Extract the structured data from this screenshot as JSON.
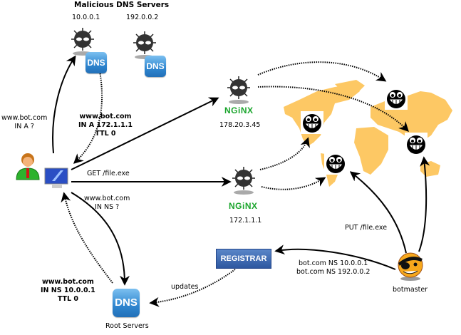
{
  "title": "Malicious DNS Servers",
  "malicious_dns": [
    {
      "ip": "10.0.0.1",
      "badge": "DNS",
      "icon": "virus-icon"
    },
    {
      "ip": "192.0.0.2",
      "badge": "DNS",
      "icon": "virus-icon"
    }
  ],
  "web_servers": [
    {
      "ip": "178.20.3.45",
      "label": "NGiNX",
      "icon": "virus-icon"
    },
    {
      "ip": "172.1.1.1",
      "label": "NGiNX",
      "icon": "virus-icon"
    }
  ],
  "victim": {
    "icon": "user-computer-icon"
  },
  "root_dns": {
    "badge": "DNS",
    "label": "Root Servers"
  },
  "registrar": {
    "label": "REGISTRAR"
  },
  "botmaster": {
    "label": "botmaster",
    "icon": "pirate-smiley-icon"
  },
  "bots": {
    "count": 4,
    "icon": "grinning-bot-icon",
    "map": "world-map"
  },
  "messages": {
    "query_a": [
      "www.bot.com",
      "IN A ?"
    ],
    "answer_a": [
      "www.bot.com",
      "IN A 172.1.1.1",
      "TTL 0"
    ],
    "get_file": "GET /file.exe",
    "query_ns": [
      "www.bot.com",
      "IN NS ?"
    ],
    "answer_ns": [
      "www.bot.com",
      "IN NS 10.0.0.1",
      "TTL 0"
    ],
    "updates": "updates",
    "put_file": "PUT /file.exe",
    "registrar_ns": [
      "bot.com NS 10.0.0.1",
      "bot.com NS 192.0.0.2"
    ]
  },
  "colors": {
    "map": "#fdc864",
    "nginx": "#1aa52c",
    "dns": "#2f86d0",
    "registrar": "#3a66b0"
  }
}
